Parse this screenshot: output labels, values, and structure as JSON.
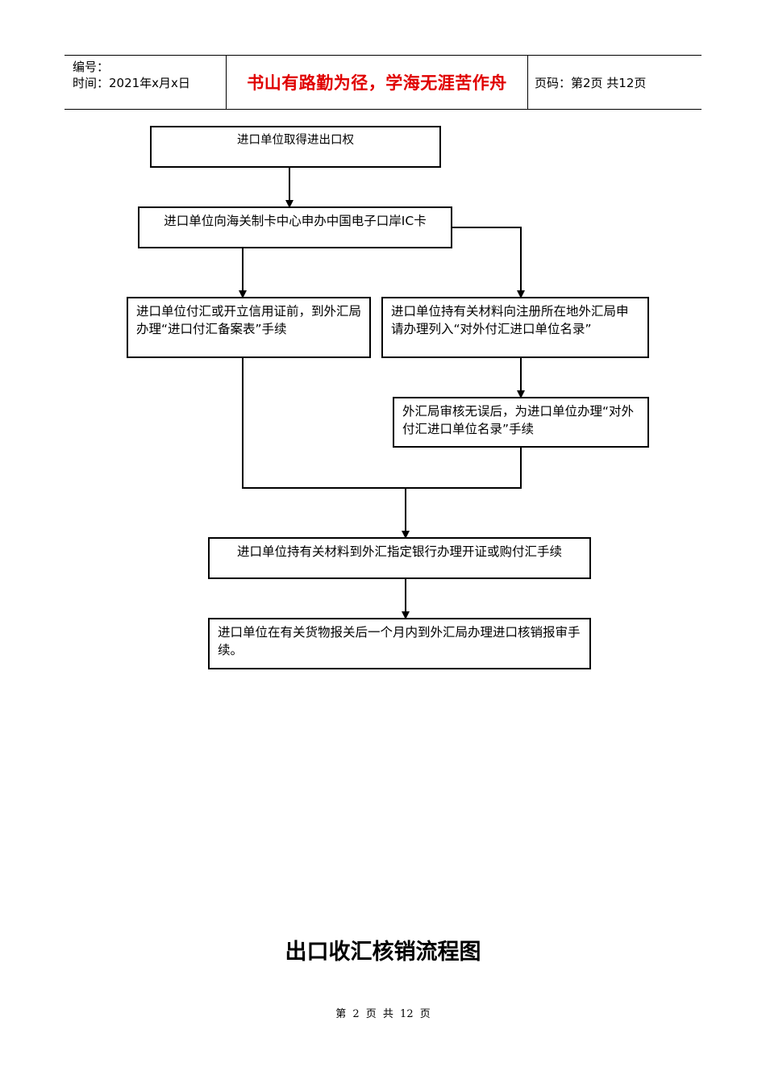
{
  "header": {
    "number_label": "编号：",
    "time_label": "时间：2021年x月x日",
    "motto": "书山有路勤为径，学海无涯苦作舟",
    "page_info": "页码：第2页  共12页"
  },
  "flow": {
    "step1": "进口单位取得进出口权",
    "step2": "进口单位向海关制卡中心申办中国电子口岸IC卡",
    "step3a": "进口单位付汇或开立信用证前，到外汇局办理“进口付汇备案表”手续",
    "step3b": "进口单位持有关材料向注册所在地外汇局申请办理列入“对外付汇进口单位名录”",
    "step4b": "外汇局审核无误后，为进口单位办理“对外付汇进口单位名录”手续",
    "step5": "进口单位持有关材料到外汇指定银行办理开证或购付汇手续",
    "step6": "进口单位在有关货物报关后一个月内到外汇局办理进口核销报审手续。"
  },
  "section_title": "出口收汇核销流程图",
  "footer": {
    "page_text": "第 2 页 共 12 页"
  }
}
